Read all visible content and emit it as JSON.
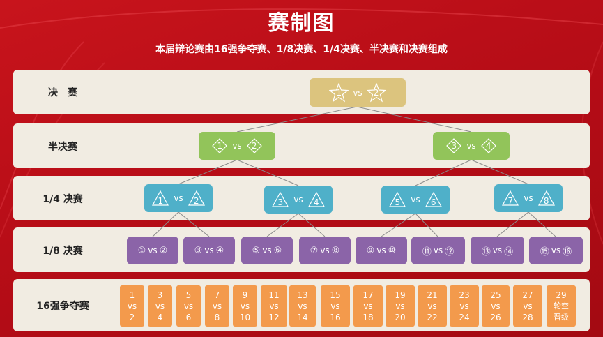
{
  "title": "赛制图",
  "subtitle": "本届辩论赛由16强争夺赛、1/8决赛、1/4决赛、半决赛和决赛组成",
  "vs": "vs",
  "stages": {
    "final": "决　赛",
    "semi": "半决赛",
    "quarter": "1/4 决赛",
    "eighth": "1/8 决赛",
    "r16": "16强争夺赛"
  },
  "final_match": {
    "a": "1",
    "b": "2"
  },
  "semi_matches": [
    {
      "a": "1",
      "b": "2"
    },
    {
      "a": "3",
      "b": "4"
    }
  ],
  "quarter_matches": [
    {
      "a": "1",
      "b": "2"
    },
    {
      "a": "3",
      "b": "4"
    },
    {
      "a": "5",
      "b": "6"
    },
    {
      "a": "7",
      "b": "8"
    }
  ],
  "eighth_matches": [
    {
      "a": "①",
      "b": "②"
    },
    {
      "a": "③",
      "b": "④"
    },
    {
      "a": "⑤",
      "b": "⑥"
    },
    {
      "a": "⑦",
      "b": "⑧"
    },
    {
      "a": "⑨",
      "b": "⑩"
    },
    {
      "a": "⑪",
      "b": "⑫"
    },
    {
      "a": "⑬",
      "b": "⑭"
    },
    {
      "a": "⑮",
      "b": "⑯"
    }
  ],
  "r16_matches": [
    {
      "a": "1",
      "vs": "vs",
      "b": "2"
    },
    {
      "a": "3",
      "vs": "vs",
      "b": "4"
    },
    {
      "a": "5",
      "vs": "vs",
      "b": "6"
    },
    {
      "a": "7",
      "vs": "vs",
      "b": "8"
    },
    {
      "a": "9",
      "vs": "vs",
      "b": "10"
    },
    {
      "a": "11",
      "vs": "vs",
      "b": "12"
    },
    {
      "a": "13",
      "vs": "vs",
      "b": "14"
    },
    {
      "a": "15",
      "vs": "vs",
      "b": "16"
    },
    {
      "a": "17",
      "vs": "vs",
      "b": "18"
    },
    {
      "a": "19",
      "vs": "vs",
      "b": "20"
    },
    {
      "a": "21",
      "vs": "vs",
      "b": "22"
    },
    {
      "a": "23",
      "vs": "vs",
      "b": "24"
    },
    {
      "a": "25",
      "vs": "vs",
      "b": "26"
    },
    {
      "a": "27",
      "vs": "vs",
      "b": "28"
    },
    {
      "a": "29",
      "vs": "轮空",
      "b": "晋级"
    }
  ],
  "colors": {
    "background": "#b70d17",
    "band": "#f1ece2",
    "final": "#dcc47e",
    "semi": "#92c45a",
    "quarter": "#4fb0c9",
    "eighth": "#8b64a8",
    "r16": "#f39a4c"
  }
}
